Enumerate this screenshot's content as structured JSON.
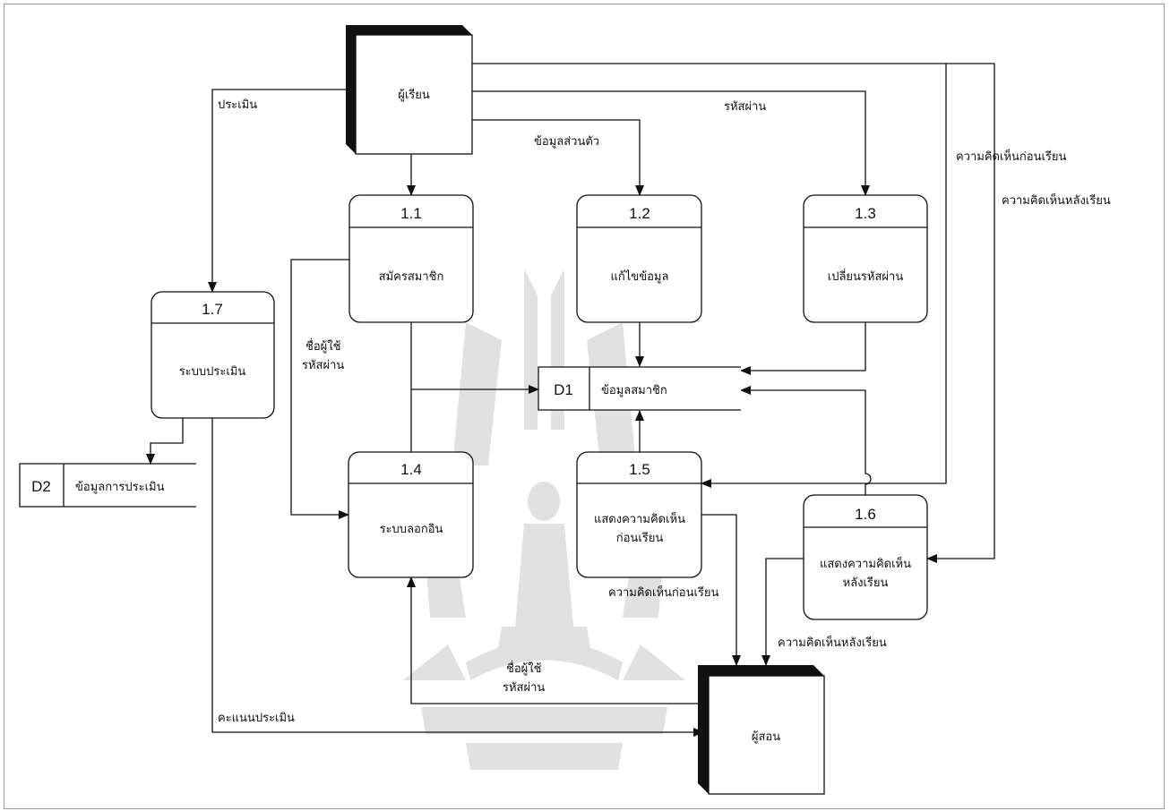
{
  "entities": {
    "learner": "ผู้เรียน",
    "teacher": "ผู้สอน"
  },
  "processes": [
    {
      "id": "1.1",
      "name": "สมัครสมาชิก"
    },
    {
      "id": "1.2",
      "name": "แก้ไขข้อมูล"
    },
    {
      "id": "1.3",
      "name": "เปลี่ยนรหัสผ่าน"
    },
    {
      "id": "1.4",
      "name": "ระบบลอกอิน"
    },
    {
      "id": "1.5",
      "name_line1": "แสดงความคิดเห็น",
      "name_line2": "ก่อนเรียน"
    },
    {
      "id": "1.6",
      "name_line1": "แสดงความคิดเห็น",
      "name_line2": "หลังเรียน"
    },
    {
      "id": "1.7",
      "name": "ระบบประเมิน"
    }
  ],
  "stores": [
    {
      "id": "D1",
      "name": "ข้อมูลสมาชิก"
    },
    {
      "id": "D2",
      "name": "ข้อมูลการประเมิน"
    }
  ],
  "flows": {
    "evaluate": "ประเมิน",
    "password": "รหัสผ่าน",
    "personal_info": "ข้อมูลส่วนตัว",
    "opinion_before": "ความคิดเห็นก่อนเรียน",
    "opinion_after": "ความคิดเห็นหลังเรียน",
    "username": "ชื่อผู้ใช้",
    "login_password": "รหัสผ่าน",
    "login_username": "ชื่อผู้ใช้",
    "login_password2": "รหัสผ่าน",
    "opinion_before_out": "ความคิดเห็นก่อนเรียน",
    "opinion_after_out": "ความคิดเห็นหลังเรียน",
    "score": "คะแนนประเมิน"
  }
}
